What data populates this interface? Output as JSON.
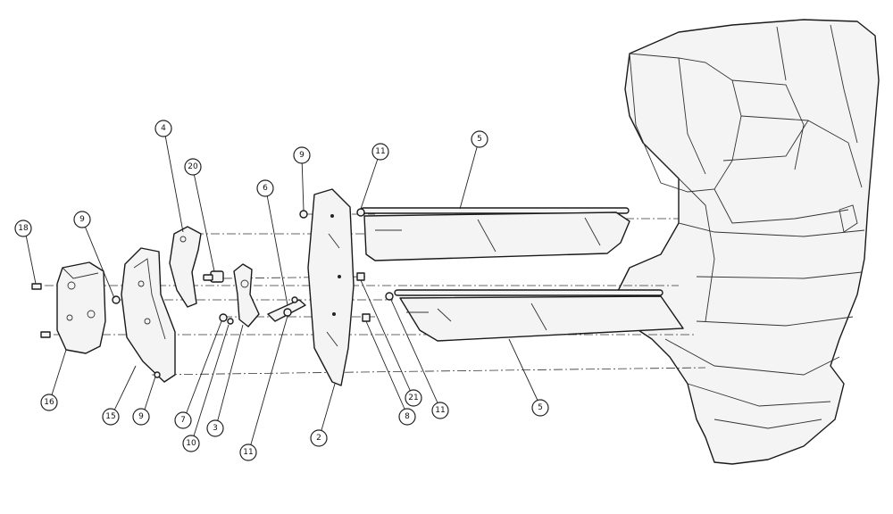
{
  "callouts": [
    {
      "id": "c18",
      "label": "18"
    },
    {
      "id": "c9a",
      "label": "9"
    },
    {
      "id": "c4",
      "label": "4"
    },
    {
      "id": "c20",
      "label": "20"
    },
    {
      "id": "c6",
      "label": "6"
    },
    {
      "id": "c9b",
      "label": "9"
    },
    {
      "id": "c11a",
      "label": "11"
    },
    {
      "id": "c5a",
      "label": "5"
    },
    {
      "id": "c16",
      "label": "16"
    },
    {
      "id": "c15",
      "label": "15"
    },
    {
      "id": "c9c",
      "label": "9"
    },
    {
      "id": "c7",
      "label": "7"
    },
    {
      "id": "c10",
      "label": "10"
    },
    {
      "id": "c3",
      "label": "3"
    },
    {
      "id": "c11b",
      "label": "11"
    },
    {
      "id": "c2",
      "label": "2"
    },
    {
      "id": "c8",
      "label": "8"
    },
    {
      "id": "c21",
      "label": "21"
    },
    {
      "id": "c11c",
      "label": "11"
    },
    {
      "id": "c5b",
      "label": "5"
    }
  ]
}
